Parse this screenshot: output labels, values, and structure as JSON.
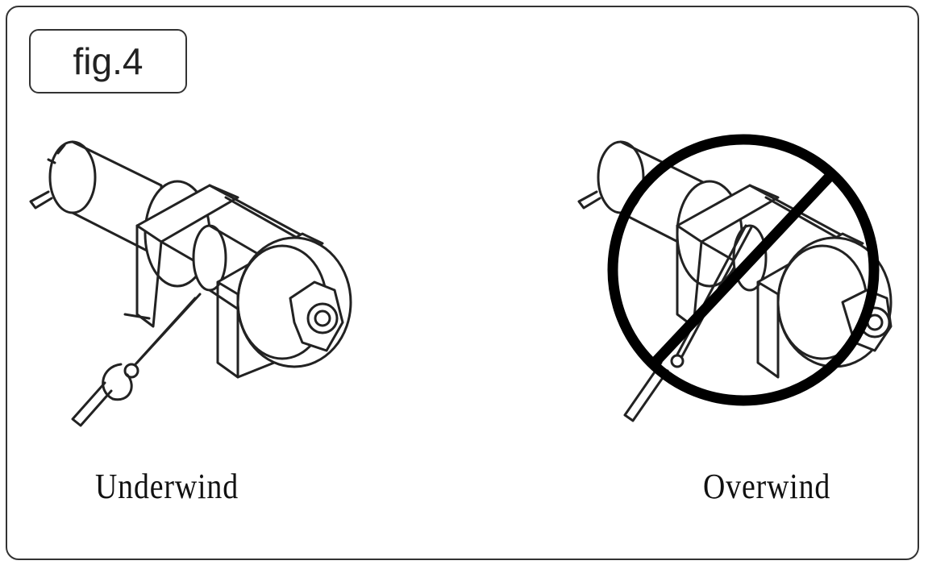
{
  "figure": {
    "label": "fig.4"
  },
  "panels": [
    {
      "caption": "Underwind",
      "icon": "winch-underwind-illustration"
    },
    {
      "caption": "Overwind",
      "icon": "winch-overwind-illustration",
      "prohibited": true
    }
  ],
  "colors": {
    "line": "#222222",
    "frame": "#333333",
    "prohibit": "#000000"
  }
}
